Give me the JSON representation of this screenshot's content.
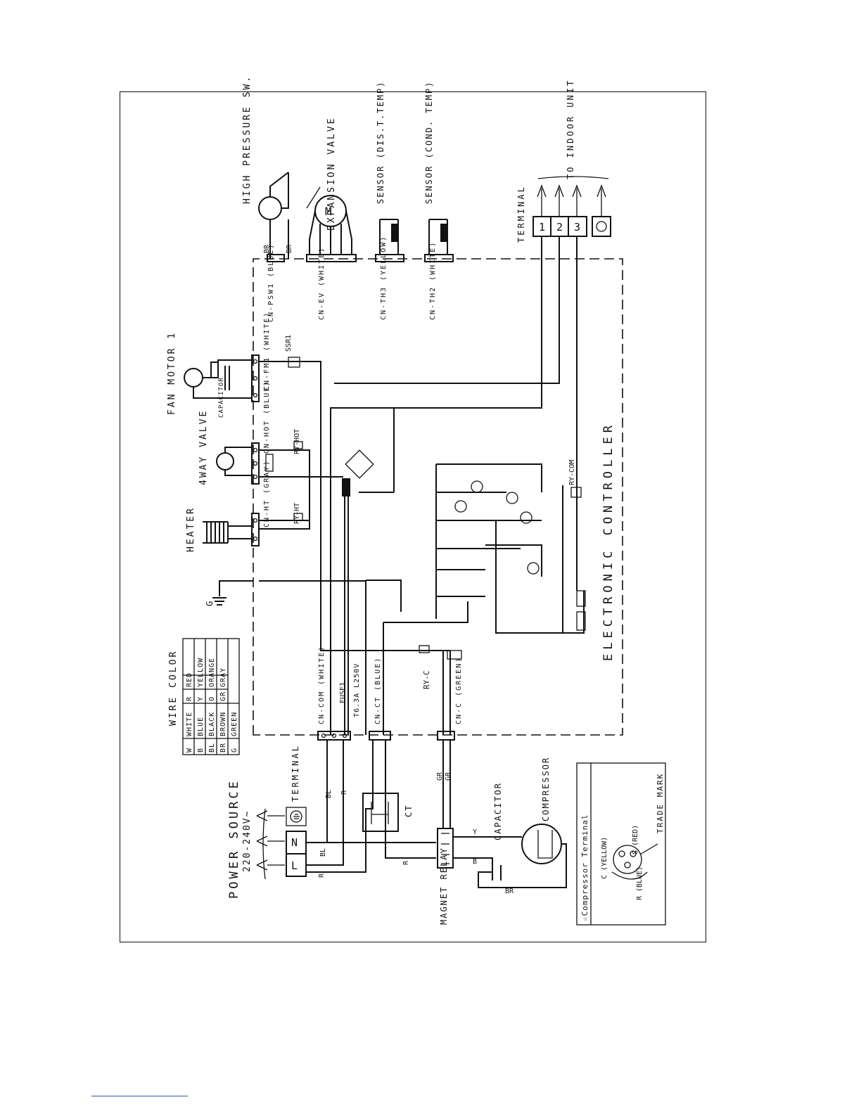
{
  "power": {
    "title": "POWER SOURCE",
    "voltage": "220-240V~",
    "L": "L",
    "N": "N",
    "terminal": "TERMINAL"
  },
  "wire_color": {
    "title": "WIRE COLOR",
    "rows": [
      [
        "W",
        "WHITE",
        "R",
        "RED"
      ],
      [
        "B",
        "BLUE",
        "Y",
        "YELLOW"
      ],
      [
        "BL",
        "BLACK",
        "O",
        "ORANGE"
      ],
      [
        "BR",
        "BROWN",
        "GR",
        "GRAY"
      ],
      [
        "G",
        "GREEN",
        "",
        ""
      ]
    ]
  },
  "components": {
    "heater": "HEATER",
    "four_way": "4WAY VALVE",
    "fan_motor": "FAN MOTOR 1",
    "capacitor_fan": "CAPACITOR",
    "high_pressure": "HIGH PRESSURE SW.",
    "expansion": "EXPANSION VALVE",
    "sensor_dis": "SENSOR (DIS.T.TEMP)",
    "sensor_cond": "SENSOR (COND. TEMP)",
    "to_indoor": "TO INDOOR UNIT",
    "terminal_right": "TERMINAL",
    "compressor": "COMPRESSOR",
    "capacitor": "CAPACITOR",
    "magnet_relay": "MAGNET RELAY",
    "ct": "CT",
    "ground": "G",
    "motor_m": "M"
  },
  "connectors": {
    "cn_com": "CN-COM (WHITE)",
    "cn_ct": "CN-CT (BLUE)",
    "cn_c": "CN-C (GREEN)",
    "cn_ht": "CN-HT (GRAY)",
    "cn_hot": "CN-HOT (BLUE)",
    "cn_fm1": "CN-FM1 (WHITE)",
    "cn_psw1": "CN-PSW1 (BLUE)",
    "cn_ev": "CN-EV (WHITE)",
    "cn_th3": "CN-TH3 (YELLOW)",
    "cn_th2": "CN-TH2 (WHITE)"
  },
  "parts": {
    "fuse": "FUSE1",
    "fuse_rating": "T6.3A L250V",
    "ry_c": "RY-C",
    "ry_ht": "RY-HT",
    "ry_hot": "RY-HOT",
    "ry_com": "RY-COM",
    "ssr": "SSR1",
    "controller": "ELECTRONIC CONTROLLER"
  },
  "compressor_terminal": {
    "title": "☆Compressor Terminal",
    "c": "C (YELLOW)",
    "s": "S (RED)",
    "r": "R (BLUE)",
    "trade": "TRADE MARK"
  }
}
